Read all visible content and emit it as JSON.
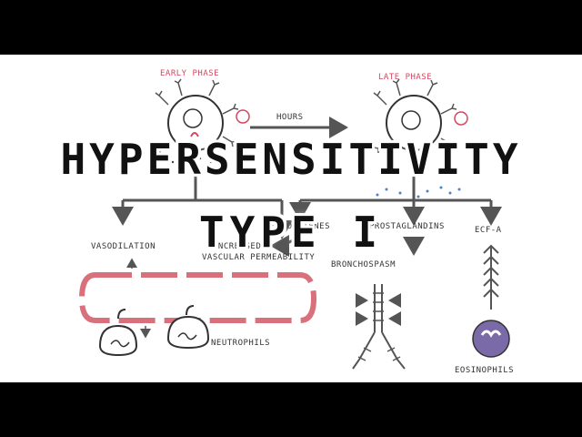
{
  "title": {
    "line1": "HYPERSENSITIVITY",
    "line2": "TYPE I"
  },
  "labels": {
    "early_phase": "EARLY PHASE",
    "late_phase": "LATE PHASE",
    "hours": "HOURS",
    "vasodilation": "VASODILATION",
    "increased_line1": "INCREASED",
    "increased_line2": "VASCULAR PERMEABILITY",
    "leukotrienes": "LEUKOTRIENES",
    "prostaglandins": "PROSTAGLANDINS",
    "ecf_a": "ECF-A",
    "bronchospasm": "BRONCHOSPASM",
    "neutrophils": "NEUTROPHILS",
    "eosinophils": "EOSINOPHILS"
  },
  "colors": {
    "accent": "#d8465f",
    "vessel": "#d9717d",
    "eosinophil": "#7a6aa8",
    "mediator": "#4a84c4"
  }
}
